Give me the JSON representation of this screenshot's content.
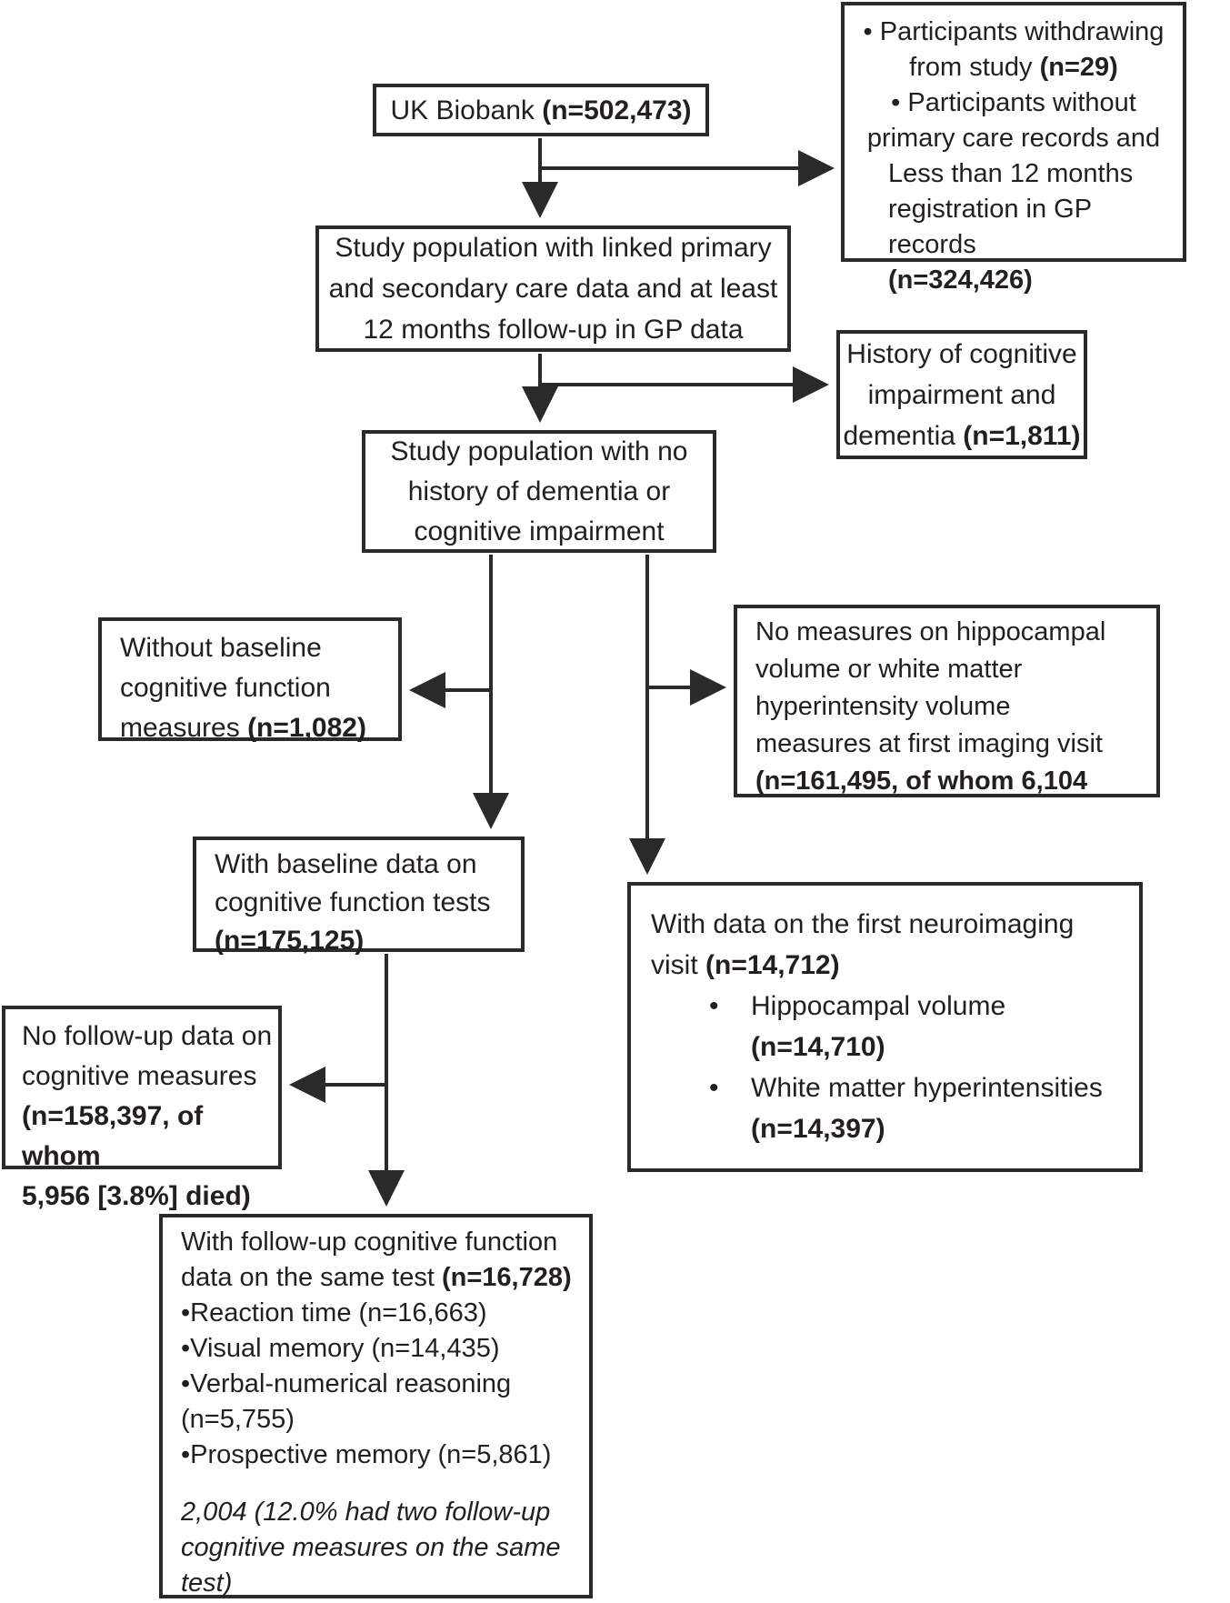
{
  "figure": {
    "type": "participant-flow-diagram",
    "line_color": "#2b2a2a",
    "text_color": "#231f20",
    "background": "#ffffff",
    "bullet_char": "•"
  },
  "boxes": {
    "uk_biobank": {
      "text": "UK Biobank ",
      "n": "(n=502,473)"
    },
    "excl_withdraw": {
      "line1": "•  Participants withdrawing",
      "line2_pre": "from study ",
      "line2_bold": "(n=29)",
      "line3": "•  Participants without",
      "line4": "primary care records and",
      "line5": "Less than 12 months",
      "line6": "registration in GP records",
      "line7_bold": "(n=324,426)"
    },
    "study_pop_linked": {
      "line1": "Study population with linked primary",
      "line2": "and secondary care data and at least",
      "line3": "12 months follow-up in GP data"
    },
    "excl_history": {
      "line1": "History of cognitive",
      "line2": "impairment and",
      "line3_pre": "dementia ",
      "line3_bold": "(n=1,811)"
    },
    "study_pop_no_history": {
      "line1": "Study population with no",
      "line2": "history of dementia or",
      "line3": "cognitive impairment"
    },
    "excl_no_baseline": {
      "line1": "Without baseline",
      "line2": "cognitive function",
      "line3_pre": "measures ",
      "line3_bold": "(n=1,082)"
    },
    "excl_no_imaging": {
      "line1": "No measures on hippocampal",
      "line2": "volume or white matter",
      "line3": "hyperintensity volume",
      "line4": "measures at first imaging visit",
      "line5_bold": "(n=161,495, of whom 6,104"
    },
    "with_baseline": {
      "line1": "With baseline data on",
      "line2": "cognitive function tests",
      "line3_bold": "(n=175,125)"
    },
    "neuroimaging": {
      "line1": "With data on the first neuroimaging",
      "line2_pre": "visit ",
      "line2_bold": "(n=14,712)",
      "bullet_char": "•",
      "b1_text": "Hippocampal volume",
      "b1_n": "(n=14,710)",
      "b2_text": "White matter hyperintensities",
      "b2_n": "(n=14,397)"
    },
    "excl_no_followup": {
      "line1": "No follow-up data on",
      "line2": "cognitive measures",
      "line3_bold": "(n=158,397, of whom",
      "line4_bold": "5,956 [3.8%] died)"
    },
    "with_followup": {
      "line1": "With follow-up cognitive function",
      "line2_pre": "data on the same test ",
      "line2_bold": "(n=16,728)",
      "item1": "•Reaction time (n=16,663)",
      "item2": "•Visual memory (n=14,435)",
      "item3": "•Verbal-numerical reasoning",
      "item3b": "(n=5,755)",
      "item4": "•Prospective memory (n=5,861)",
      "note1": "2,004 (12.0% had two follow-up",
      "note2": "cognitive measures on the same",
      "note3": "test)"
    }
  }
}
